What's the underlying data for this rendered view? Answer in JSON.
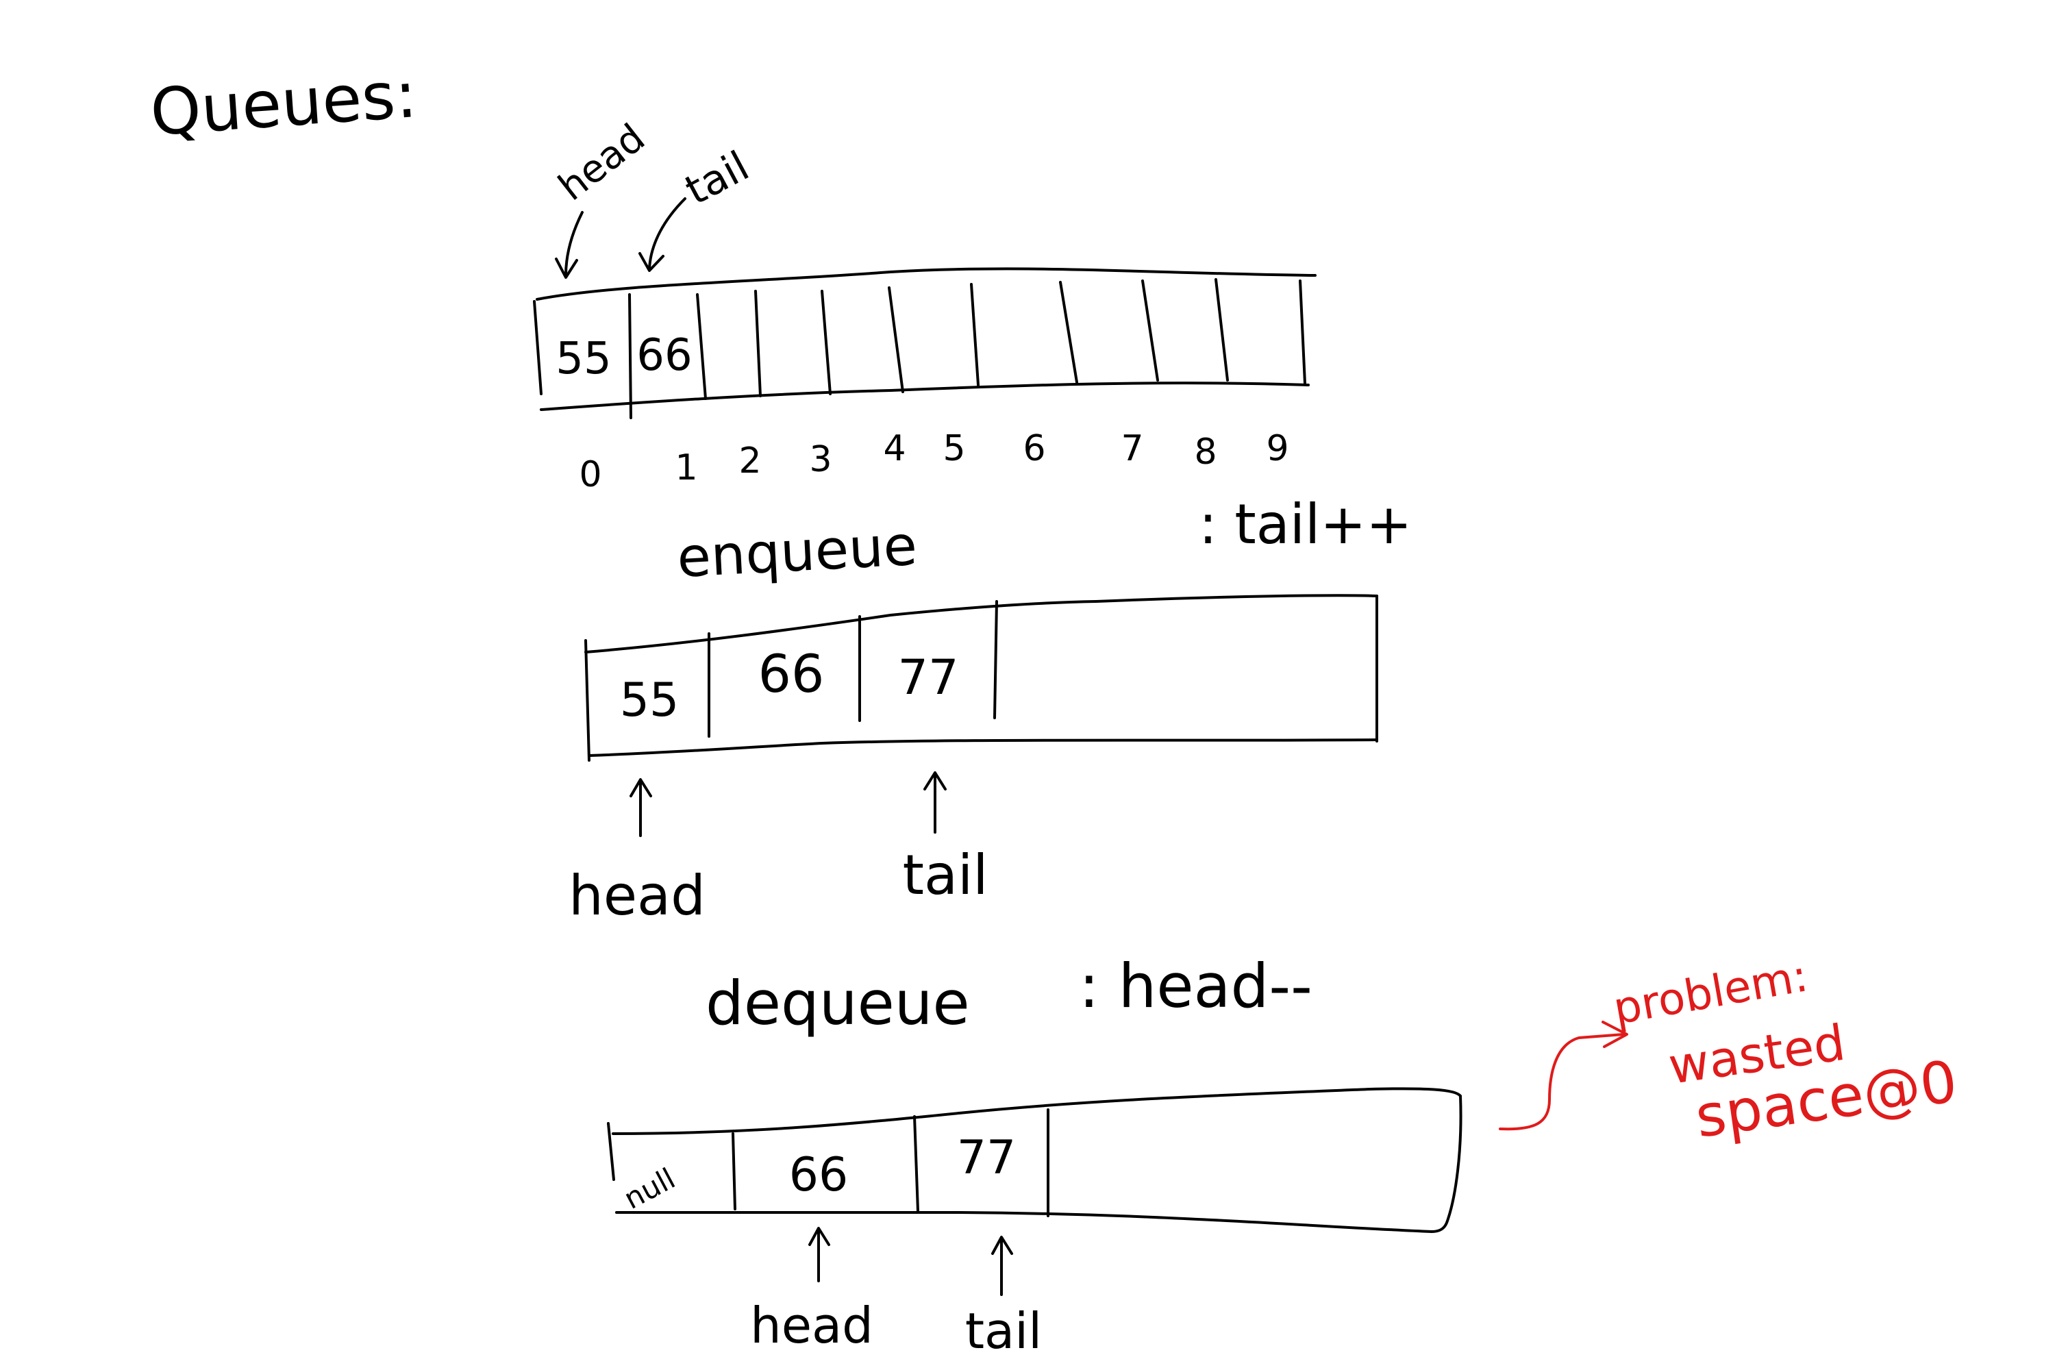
{
  "title": "Queues:",
  "diagram1": {
    "head_label": "head",
    "tail_label": "tail",
    "cells": [
      "55",
      "66",
      "",
      "",
      "",
      "",
      "",
      "",
      "",
      ""
    ],
    "indices": [
      "0",
      "1",
      "2",
      "3",
      "4",
      "5",
      "6",
      "7",
      "8",
      "9"
    ]
  },
  "enqueue": {
    "label": "enqueue",
    "op": ": tail++",
    "cells": [
      "55",
      "66",
      "77"
    ],
    "head_label": "head",
    "tail_label": "tail"
  },
  "dequeue": {
    "label": "dequeue",
    "op": ": head--",
    "cells": [
      "null",
      "66",
      "77"
    ],
    "head_label": "head",
    "tail_label": "tail"
  },
  "note": {
    "line1": "problem:",
    "line2": "wasted",
    "line3": "space@0",
    "color": "#e01b1b"
  }
}
